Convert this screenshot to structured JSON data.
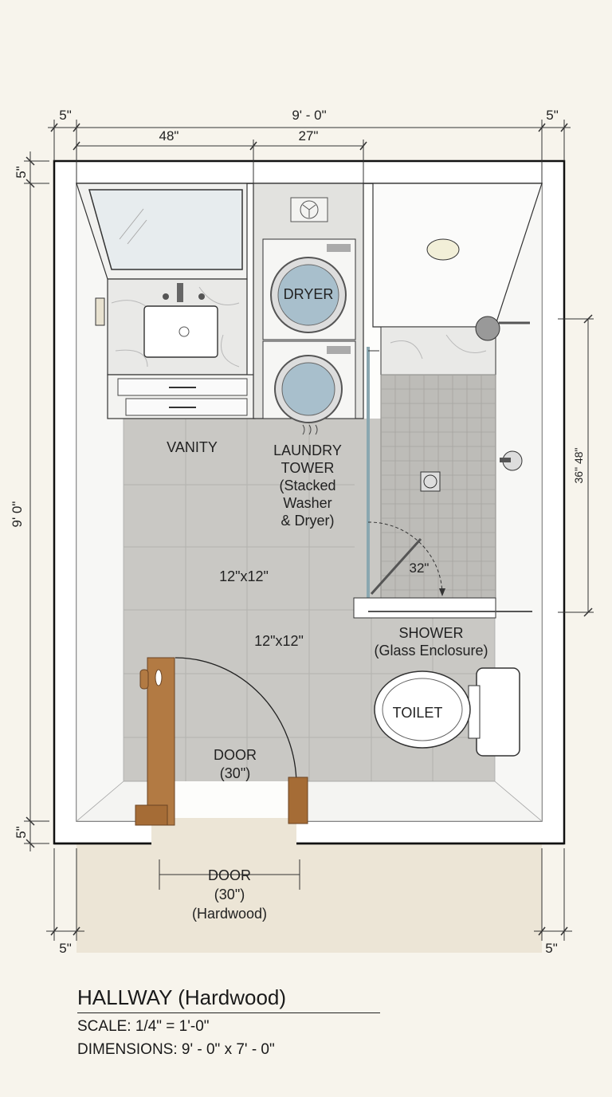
{
  "dimensions": {
    "top_total": "9' - 0\"",
    "top_left_wall": "5\"",
    "top_right_wall": "5\"",
    "vanity_width": "48\"",
    "laundry_width": "27\"",
    "left_top_wall": "5\"",
    "left_total": "9' 0\"",
    "left_bottom_wall": "5\"",
    "shower_depth": "36\" 48\"",
    "bottom_left_wall": "5\"",
    "bottom_right_wall": "5\"",
    "shower_door": "32\""
  },
  "labels": {
    "dryer": "DRYER",
    "vanity": "VANITY",
    "laundry_line1": "LAUNDRY",
    "laundry_line2": "TOWER",
    "laundry_line3": "(Stacked",
    "laundry_line4": "Washer",
    "laundry_line5": "& Dryer)",
    "tile1": "12\"x12\"",
    "tile2": "12\"x12\"",
    "shower_line1": "SHOWER",
    "shower_line2": "(Glass Enclosure)",
    "toilet": "TOILET",
    "door_line1": "DOOR",
    "door_line2": "(30\")",
    "hall_door_line1": "DOOR",
    "hall_door_line2": "(30\")",
    "hall_door_line3": "(Hardwood)"
  },
  "title_block": {
    "title": "HALLWAY (Hardwood)",
    "scale": "SCALE: 1/4\" = 1'-0\"",
    "dimensions": "DIMENSIONS: 9' - 0\" x 7' - 0\""
  },
  "colors": {
    "floor_tile": "#c9c8c4",
    "wall": "#ffffff",
    "hallway": "#ece5d6",
    "wood": "#a8703a"
  }
}
